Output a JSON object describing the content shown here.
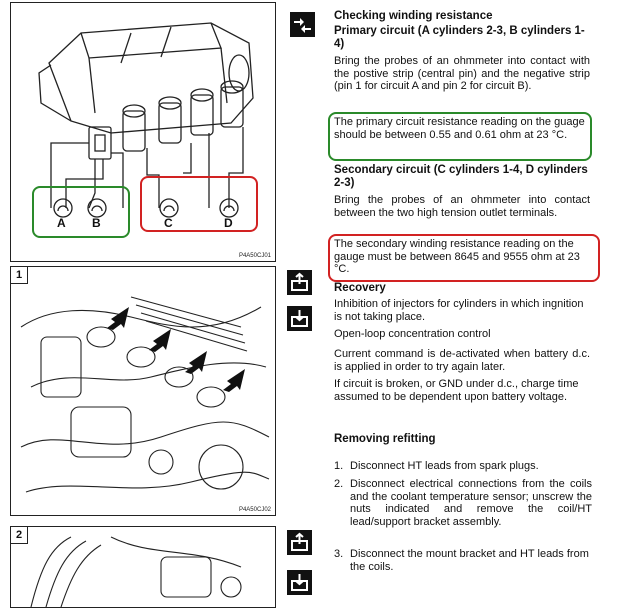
{
  "figure1": {
    "caption": "P4A50CJ01",
    "labels": [
      "A",
      "B",
      "C",
      "D"
    ]
  },
  "figure2": {
    "number": "1",
    "caption": "P4A50CJ02"
  },
  "figure3": {
    "number": "2"
  },
  "section_check": {
    "title": "Checking winding resistance",
    "primary_title": "Primary circuit (A cylinders 2-3, B cylinders 1-4)",
    "primary_text": "Bring the probes of an ohmmeter into contact with the postive strip (central pin) and the negative strip (pin 1 for circuit A and pin 2 for circuit B).",
    "primary_spec": "The primary circuit resistance reading on the guage should be between 0.55 and 0.61 ohm at 23 °C.",
    "secondary_title": "Secondary circuit (C cylinders 1-4, D cylinders 2-3)",
    "secondary_text": "Bring the probes of an ohmmeter into contact between the two high tension outlet terminals.",
    "secondary_spec": "The secondary winding resistance reading on the gauge must be between 8645 and 9555 ohm at 23 °C."
  },
  "section_recovery": {
    "title": "Recovery",
    "p1": "Inhibition of injectors for cylinders in which ingnition is not taking place.",
    "p2": "Open-loop concentration control",
    "p3": "Current command is de-activated when battery d.c. is applied in order to try again later.",
    "p4": "If circuit is broken, or GND under d.c., charge time assumed to be dependent upon battery voltage."
  },
  "section_refit": {
    "title": "Removing refitting",
    "steps": [
      {
        "num": "1.",
        "text": "Disconnect HT leads from spark plugs."
      },
      {
        "num": "2.",
        "text": "Disconnect electrical connections from the coils and the coolant temperature sensor; unscrew the nuts indicated and remove the coil/HT lead/support bracket assembly."
      },
      {
        "num": "3.",
        "text": "Disconnect the mount bracket and HT leads from the coils."
      }
    ]
  },
  "icons": [
    "test-icon",
    "remove-refit-icon",
    "remove-refit-icon",
    "remove-refit-icon",
    "remove-refit-icon"
  ],
  "colors": {
    "green": "#2a8a2a",
    "red": "#d22222"
  }
}
